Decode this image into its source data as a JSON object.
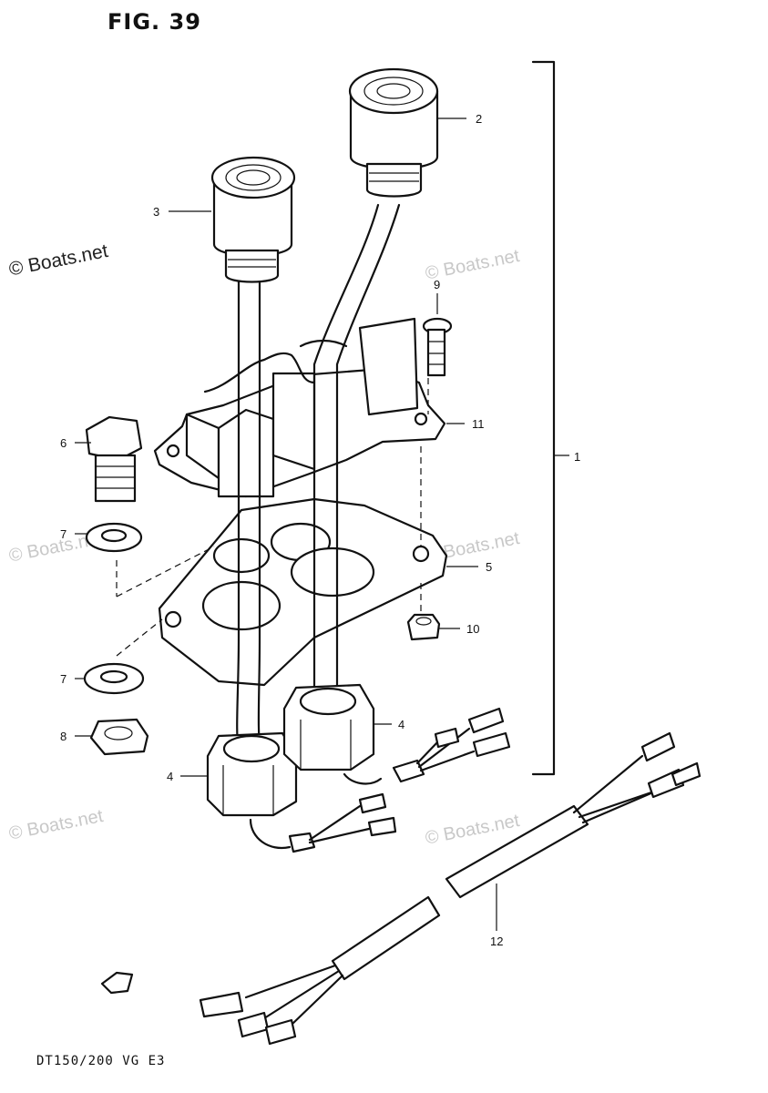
{
  "figure": {
    "title": "FIG. 39",
    "footer": "DT150/200 VG E3"
  },
  "watermarks": [
    "© Boats.net",
    "© Boats.net",
    "© Boats.net",
    "© Boats.net",
    "© Boats.net",
    "© Boats.net"
  ],
  "callouts": [
    "1",
    "2",
    "3",
    "4",
    "4",
    "5",
    "6",
    "7",
    "7",
    "8",
    "9",
    "10",
    "11",
    "12"
  ]
}
